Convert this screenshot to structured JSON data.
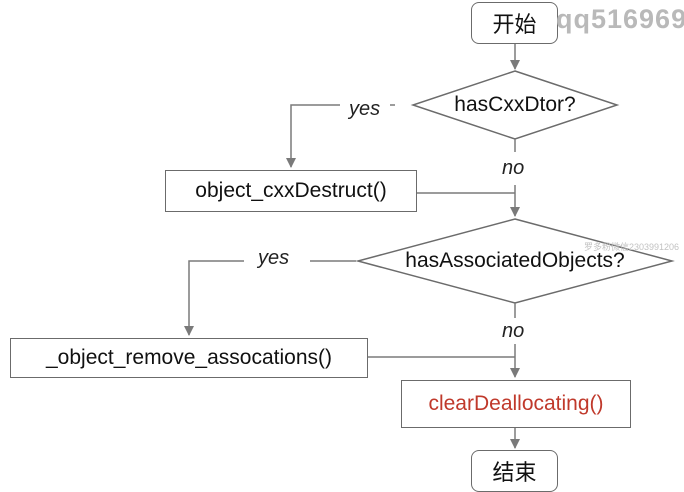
{
  "nodes": {
    "start": "开始",
    "has_cxx_dtor": "hasCxxDtor?",
    "object_cxx_destruct": "object_cxxDestruct()",
    "has_associated_objects": "hasAssociatedObjects?",
    "object_remove_assocations": "_object_remove_assocations()",
    "clear_deallocating": "clearDeallocating()",
    "end": "结束"
  },
  "edge_labels": {
    "yes_1": "yes",
    "no_1": "no",
    "yes_2": "yes",
    "no_2": "no"
  },
  "watermarks": {
    "top": "qq516969",
    "small": "罗多粉微信2303991206"
  },
  "colors": {
    "line": "#7a7a7a",
    "highlight_text": "#c0392b"
  }
}
